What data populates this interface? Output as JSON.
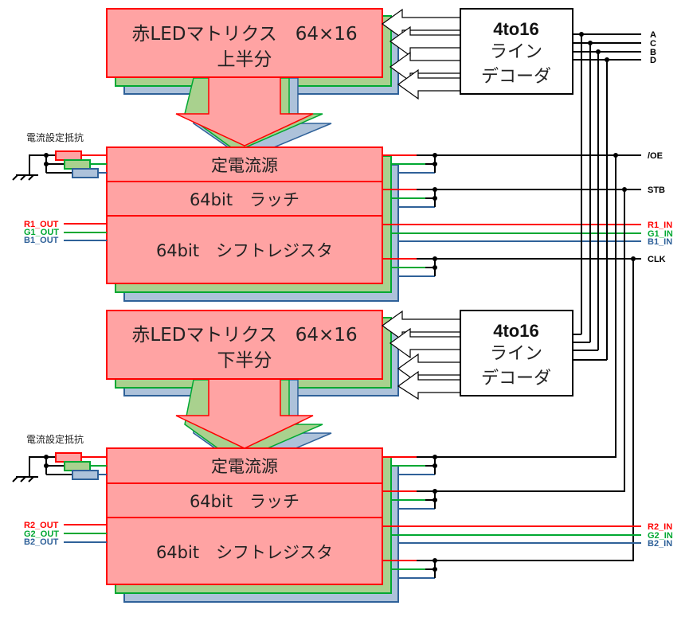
{
  "colors": {
    "red_fill": "#ffa3a3",
    "red_stroke": "#ff0000",
    "green_fill": "#a9d18e",
    "green_stroke": "#00a832",
    "blue_fill": "#adc2da",
    "blue_stroke": "#2f6199",
    "wire": "#000000",
    "arrow_stroke": "#666666"
  },
  "upper": {
    "matrix_line1": "赤LEDマトリクス　64×16",
    "matrix_line2": "上半分",
    "current_source": "定電流源",
    "latch": "64bit　ラッチ",
    "shift_register": "64bit　シフトレジスタ",
    "resistor_label": "電流設定抵抗",
    "out_labels": [
      "R1_OUT",
      "G1_OUT",
      "B1_OUT"
    ],
    "in_labels": [
      "R1_IN",
      "G1_IN",
      "B1_IN"
    ]
  },
  "lower": {
    "matrix_line1": "赤LEDマトリクス　64×16",
    "matrix_line2": "下半分",
    "current_source": "定電流源",
    "latch": "64bit　ラッチ",
    "shift_register": "64bit　シフトレジスタ",
    "resistor_label": "電流設定抵抗",
    "out_labels": [
      "R2_OUT",
      "G2_OUT",
      "B2_OUT"
    ],
    "in_labels": [
      "R2_IN",
      "G2_IN",
      "B2_IN"
    ]
  },
  "decoder": {
    "title": "4to16",
    "line1": "ライン",
    "line2": "デコーダ"
  },
  "address_signals": [
    "A",
    "C",
    "B",
    "D"
  ],
  "control_signals": {
    "oe": "/OE",
    "stb": "STB",
    "clk": "CLK"
  }
}
